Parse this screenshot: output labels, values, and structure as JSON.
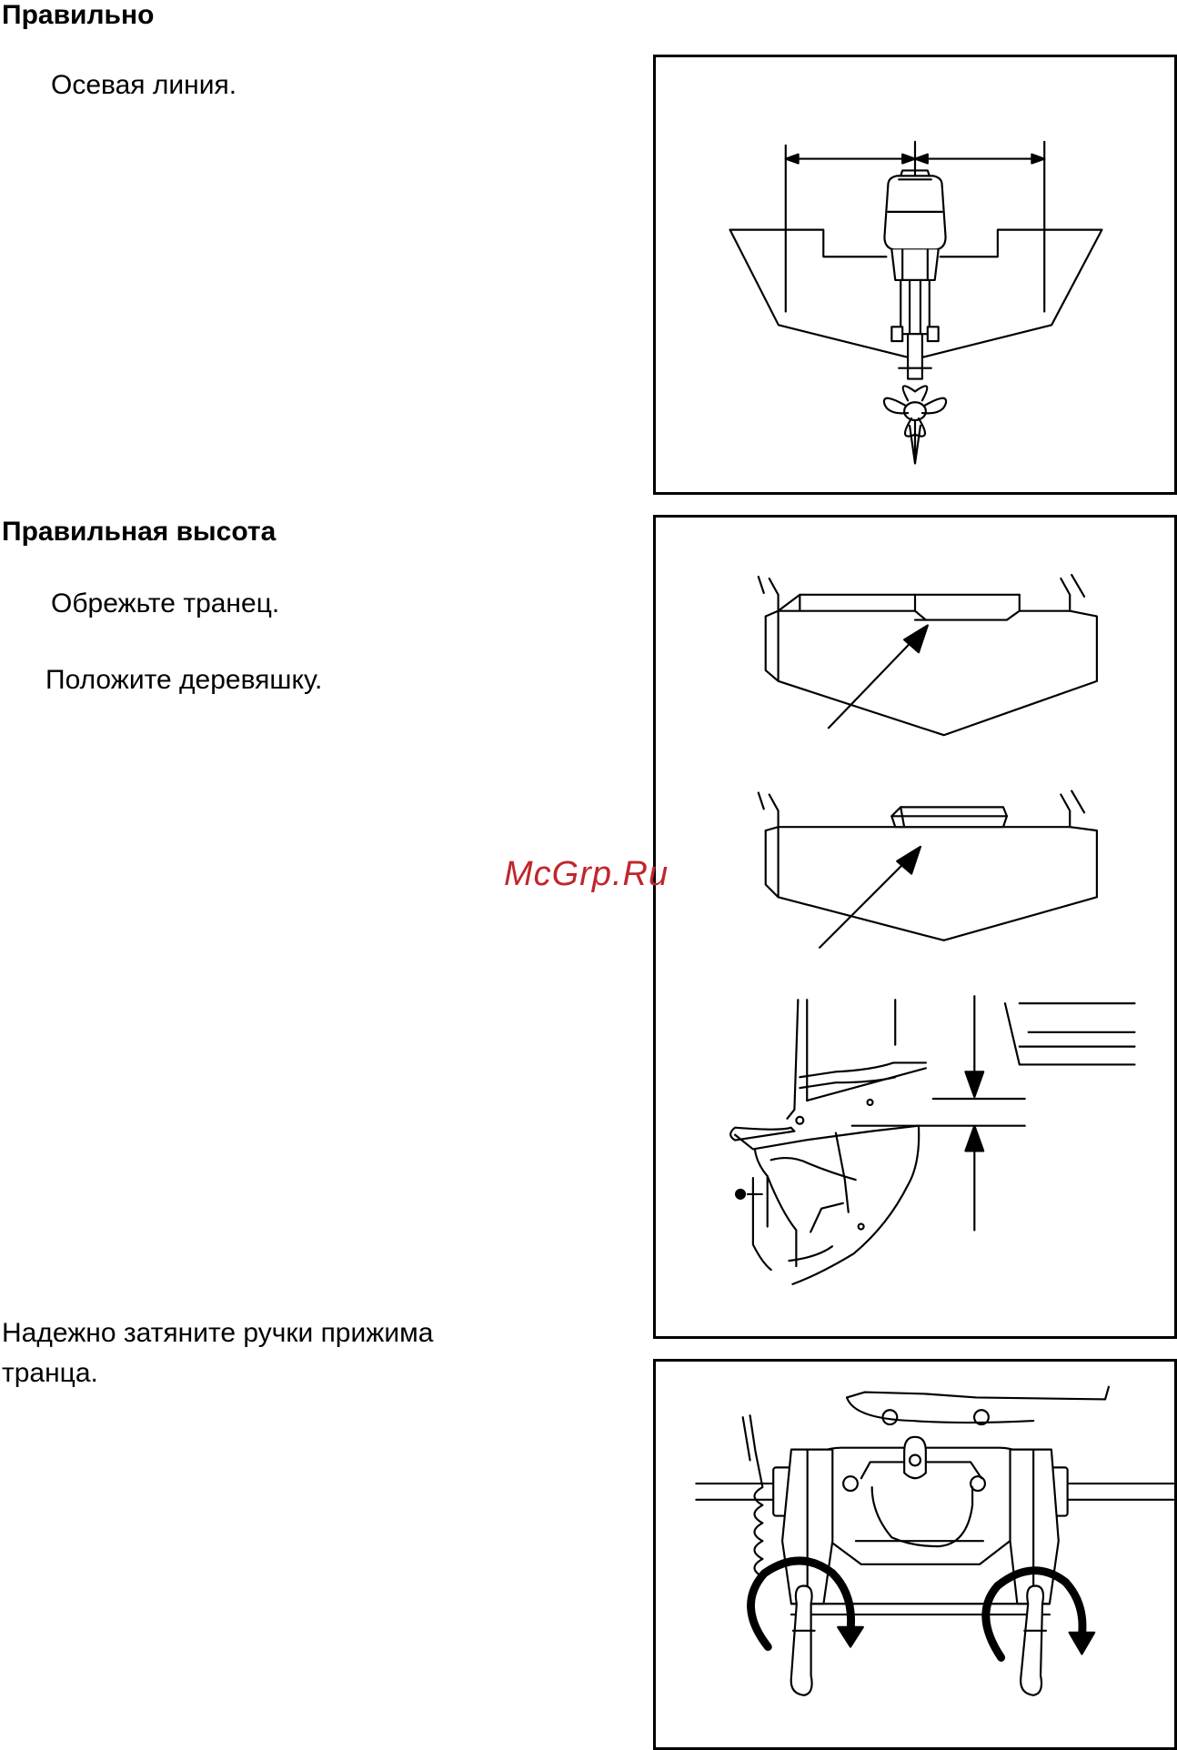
{
  "section_correct": {
    "heading": "Правильно",
    "text": "Осевая линия."
  },
  "section_height": {
    "heading": "Правильная высота",
    "text_cut": "Обрежьте транец.",
    "text_wood": "Положите деревяшку."
  },
  "section_clamp": {
    "text_line1": "Надежно затяните ручки прижима",
    "text_line2": "транца."
  },
  "watermark": {
    "text": "McGrp.Ru",
    "color": "#c0262c"
  }
}
